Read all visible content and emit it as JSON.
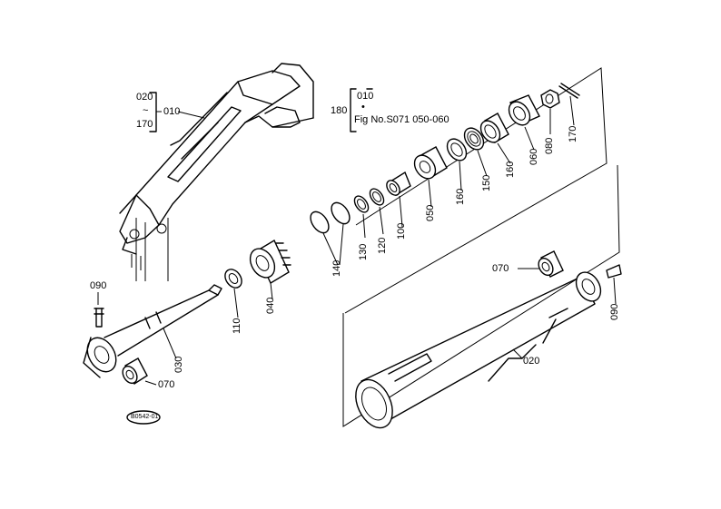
{
  "labels": {
    "p010": "010",
    "p020_top": "020",
    "p170_top": "170",
    "range_dash": "~",
    "ref_010": "010",
    "ref_180": "180",
    "ref_dot": "•",
    "fig_ref": "Fig No.S071 050-060",
    "p140": "140",
    "p130": "130",
    "p120": "120",
    "p100": "100",
    "p050": "050",
    "p160a": "160",
    "p150": "150",
    "p160b": "160",
    "p060": "060",
    "p080": "080",
    "p170": "170",
    "p040": "040",
    "p110": "110",
    "p090_left": "090",
    "p030": "030",
    "p070_left": "070",
    "p070_right": "070",
    "p090_right": "090",
    "p020": "020",
    "stamp": "B0542-01"
  },
  "colors": {
    "line": "#000000",
    "background": "#ffffff"
  }
}
